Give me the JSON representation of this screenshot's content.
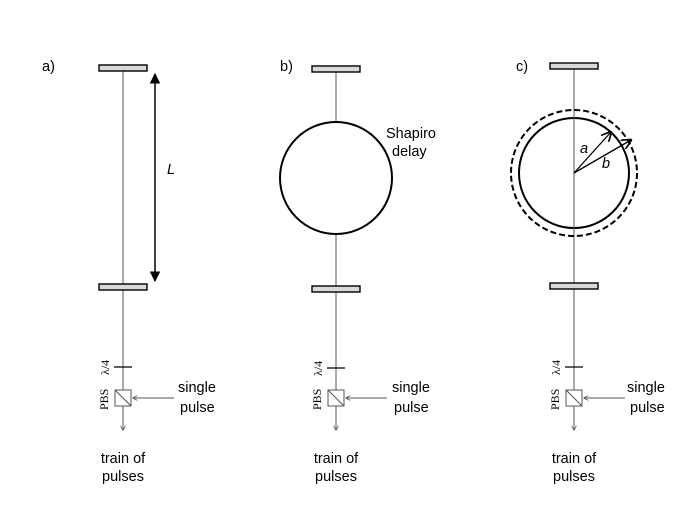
{
  "panels": [
    {
      "id": "a",
      "tag": "a)",
      "length_label": "L",
      "waveplate_label": "λ/4",
      "pbs_label": "PBS",
      "input_label": [
        "single",
        "pulse"
      ],
      "output_label": [
        "train of",
        "pulses"
      ]
    },
    {
      "id": "b",
      "tag": "b)",
      "body_label": [
        "Shapiro",
        "delay"
      ],
      "waveplate_label": "λ/4",
      "pbs_label": "PBS",
      "input_label": [
        "single",
        "pulse"
      ],
      "output_label": [
        "train of",
        "pulses"
      ]
    },
    {
      "id": "c",
      "tag": "c)",
      "radius_inner_label": "a",
      "radius_outer_label": "b",
      "waveplate_label": "λ/4",
      "pbs_label": "PBS",
      "input_label": [
        "single",
        "pulse"
      ],
      "output_label": [
        "train of",
        "pulses"
      ]
    }
  ]
}
